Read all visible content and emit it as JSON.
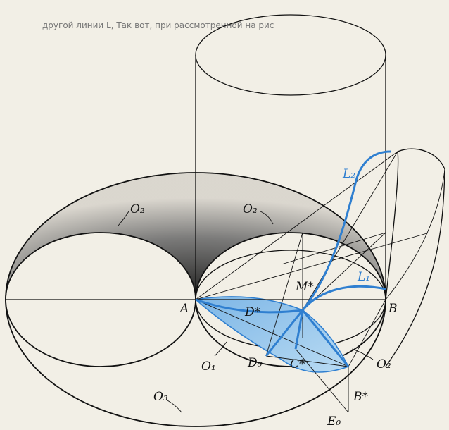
{
  "header_text": "другой линии L, Так вот, при рассмотренной на рис",
  "labels": {
    "A": "A",
    "B": "B",
    "O2_left": "O₂",
    "O2_mid": "O₂",
    "O2_lower_right": "O₂",
    "L2": "L₂",
    "L1": "L₁",
    "M_star": "M*",
    "D_star": "D*",
    "D0": "D₀",
    "C_star": "C*",
    "O1": "O₁",
    "B_star": "B*",
    "E0": "E₀",
    "O3": "O₃"
  },
  "colors": {
    "ink": "#111111",
    "accent_blue": "#2f7fd0",
    "shade_blue": "#9cc8ea",
    "paper": "#f2efe6"
  }
}
